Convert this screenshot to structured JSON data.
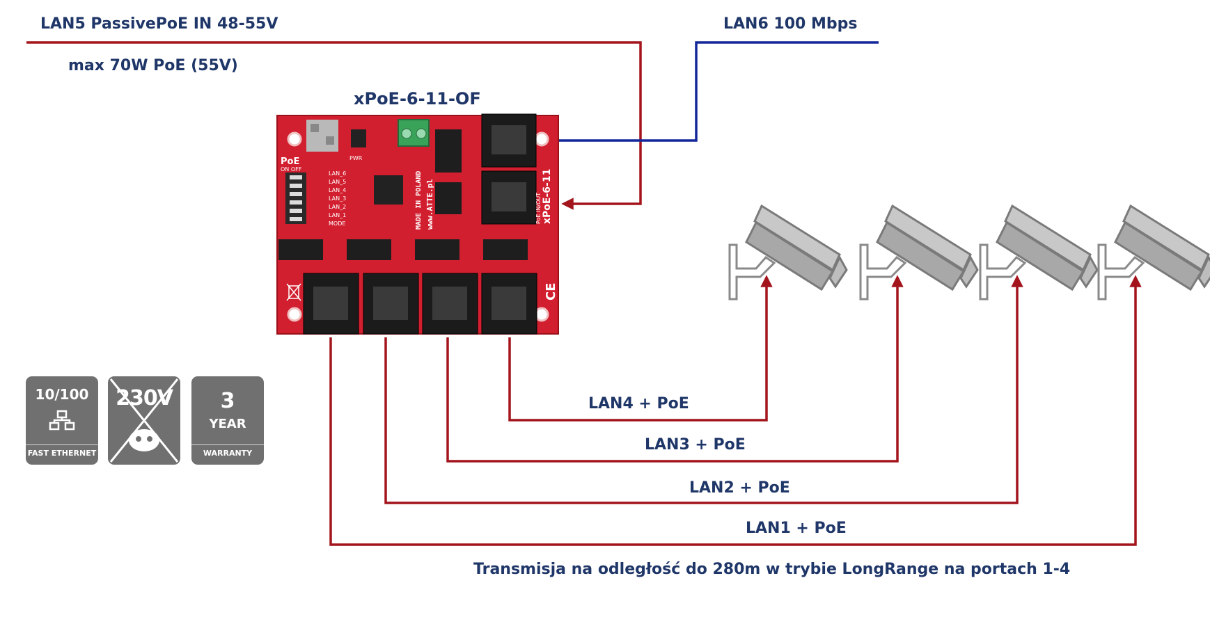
{
  "colors": {
    "poe_line": "#a3141c",
    "data_line": "#13279a",
    "label_text": "#1f3668",
    "board": "#d21f2f",
    "camera": "#9e9e9e",
    "badge": "#707070"
  },
  "labels": {
    "lan5_input": "LAN5 PassivePoE IN 48-55V",
    "max_power": "max 70W PoE (55V)",
    "lan6": "LAN6 100 Mbps",
    "device_name": "xPoE-6-11-OF",
    "lan4": "LAN4 + PoE",
    "lan3": "LAN3 + PoE",
    "lan2": "LAN2 + PoE",
    "lan1": "LAN1 + PoE",
    "footer": "Transmisja na odległość do 280m w trybie LongRange na portach 1-4"
  },
  "board": {
    "pcb_text": "xPoE-6-11",
    "port_label": "PoE IN/OUT",
    "poe_switch_label": "PoE",
    "on_off": "ON OFF",
    "dip_labels": [
      "LAN_6",
      "LAN_5",
      "LAN_4",
      "LAN_3",
      "LAN_2",
      "LAN_1",
      "MODE"
    ],
    "made_in": "MADE IN POLAND",
    "website": "www.ATTE.pl",
    "pwr": "PWR",
    "ce_mark": "CE"
  },
  "badges": [
    {
      "top": "10/100",
      "icon": "network-icon",
      "bottom": "FAST ETHERNET"
    },
    {
      "top": "230V",
      "icon": "crossed-plug-icon",
      "bottom": ""
    },
    {
      "top": "3",
      "sub": "YEAR",
      "icon": "",
      "bottom": "WARRANTY"
    }
  ],
  "cameras": [
    "cctv-camera-icon",
    "cctv-camera-icon",
    "cctv-camera-icon",
    "cctv-camera-icon"
  ]
}
